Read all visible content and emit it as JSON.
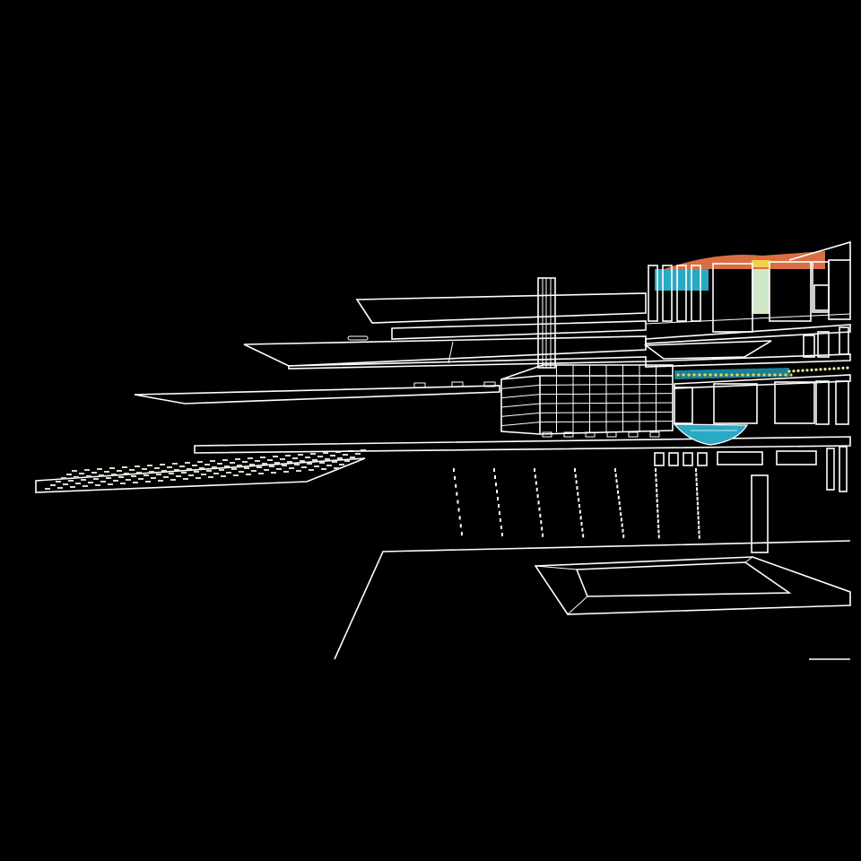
{
  "viewport": {
    "background": "#000000",
    "line_color": "#ffffff",
    "accent_colors": {
      "cyan": "#29a9c4",
      "orange": "#f27a4a",
      "yellow": "#f2d24a",
      "pale_green": "#cfe8c8"
    }
  },
  "scene": {
    "style": "white wireframe architectural model",
    "objects": [
      "building-cube",
      "chimney-tower",
      "floating-slabs",
      "column-grid",
      "ground-plane",
      "recessed-pool",
      "cyan-bowl",
      "ceiling-panels",
      "seating-field"
    ]
  }
}
